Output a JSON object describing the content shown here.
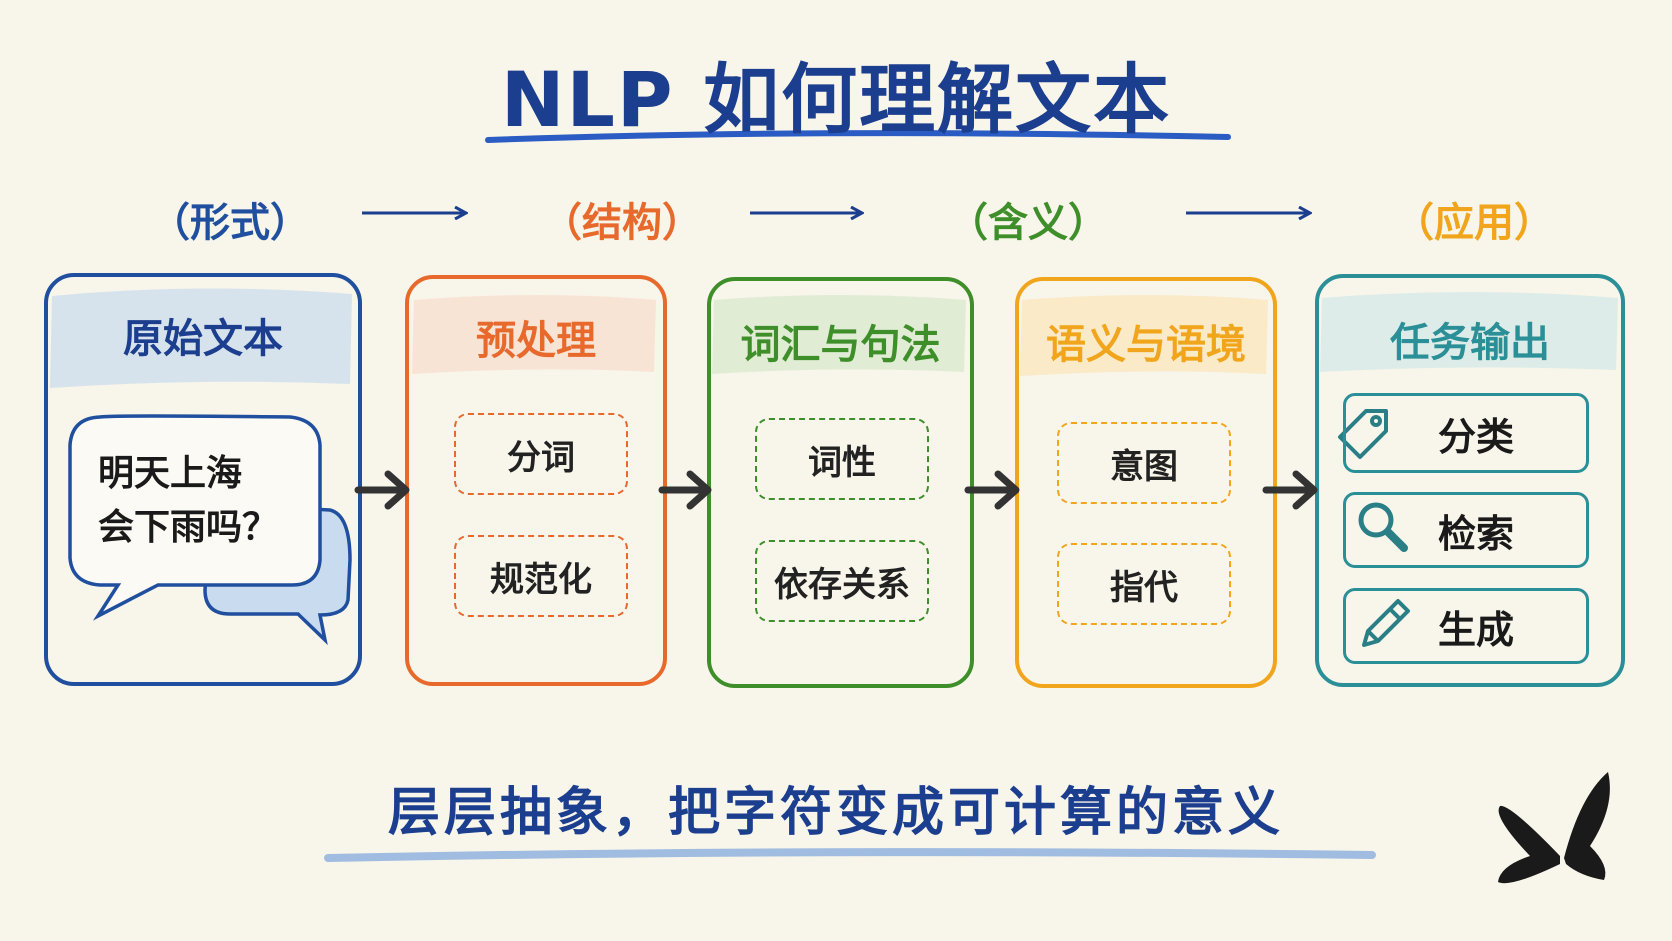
{
  "title": "NLP 如何理解文本",
  "stages": [
    {
      "label": "（形式）",
      "color": "#1f4f9e"
    },
    {
      "label": "（结构）",
      "color": "#e8692c"
    },
    {
      "label": "（含义）",
      "color": "#3e8e2a"
    },
    {
      "label": "（应用）",
      "color": "#f0a51c"
    }
  ],
  "boxes": {
    "raw": {
      "title": "原始文本",
      "color": "#1f4f9e",
      "bubble_line1": "明天上海",
      "bubble_line2": "会下雨吗？"
    },
    "preprocess": {
      "title": "预处理",
      "color": "#e8692c",
      "items": [
        "分词",
        "规范化"
      ]
    },
    "lexical": {
      "title": "词汇与句法",
      "color": "#3e8e2a",
      "items": [
        "词性",
        "依存关系"
      ]
    },
    "semantic": {
      "title": "语义与语境",
      "color": "#f0a51c",
      "items": [
        "意图",
        "指代"
      ]
    },
    "output": {
      "title": "任务输出",
      "color": "#2a8f96",
      "items": [
        {
          "label": "分类",
          "icon": "tag-icon"
        },
        {
          "label": "检索",
          "icon": "magnifier-icon"
        },
        {
          "label": "生成",
          "icon": "pencil-icon"
        }
      ]
    }
  },
  "bottom_text": "层层抽象，把字符变成可计算的意义",
  "logo": "butterfly-logo"
}
